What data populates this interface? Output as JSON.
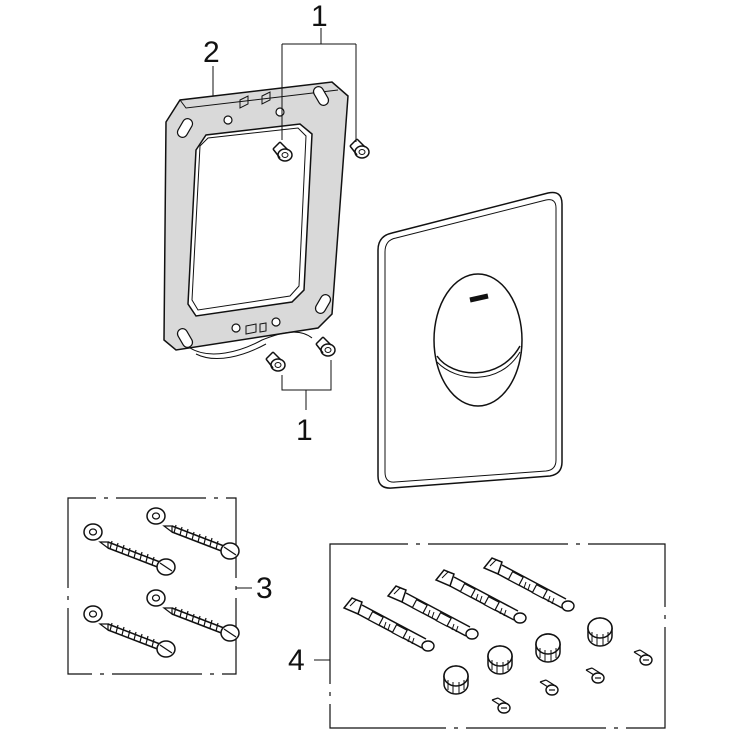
{
  "callouts": {
    "top_screws": "1",
    "bottom_screws": "1",
    "mounting_frame": "2",
    "wall_screw_kit": "3",
    "extension_kit": "4"
  },
  "colors": {
    "line": "#111111",
    "frame_fill": "#d9d9d9",
    "plate_fill": "#ffffff",
    "background": "#ffffff"
  },
  "icons": {
    "screw": "screw-icon",
    "washer": "washer-icon",
    "bolt": "bolt-icon",
    "cap": "cap-nut-icon"
  }
}
